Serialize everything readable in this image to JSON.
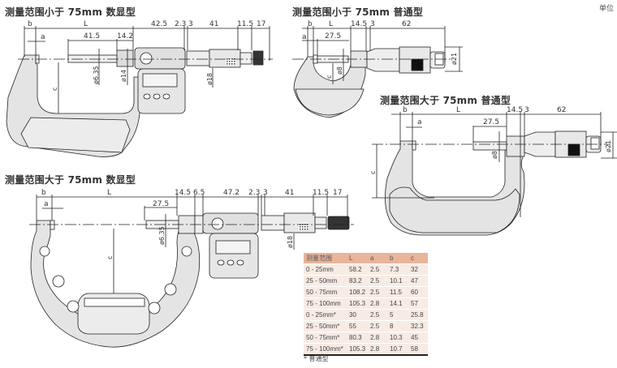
{
  "unit_label": "单位",
  "titles": {
    "digital_under_75": "测量范围小于 75mm 数显型",
    "standard_under_75": "测量范围小于 75mm 普通型",
    "standard_over_75": "测量范围大于 75mm 普通型",
    "digital_over_75": "测量范围大于 75mm 数显型"
  },
  "drawing_digital_under_75": {
    "dims_top": [
      "b",
      "L",
      "42.5",
      "2.3",
      "3",
      "41",
      "11.5",
      "17"
    ],
    "dims_second": [
      "a",
      "41.5",
      "14.2"
    ],
    "dims_vertical": [
      "ø6.35",
      "ø14",
      "ø18",
      "c"
    ]
  },
  "drawing_standard_under_75": {
    "dims_top": [
      "b",
      "L",
      "14.5",
      "3",
      "62"
    ],
    "dims_second": [
      "a",
      "27.5"
    ],
    "dims_vertical": [
      "ø8",
      "c",
      "ø21"
    ]
  },
  "drawing_standard_over_75": {
    "dims_top": [
      "b",
      "L",
      "14.5",
      "3",
      "62"
    ],
    "dims_second": [
      "a",
      "27.5"
    ],
    "dims_vertical": [
      "ø8",
      "c",
      "ø21"
    ]
  },
  "drawing_digital_over_75": {
    "dims_top": [
      "b",
      "L",
      "14.5",
      "6.5",
      "47.2",
      "2.3",
      "3",
      "41",
      "11.5",
      "17"
    ],
    "dims_second": [
      "a",
      "27.5"
    ],
    "dims_vertical": [
      "ø6.35",
      "ø18",
      "c"
    ]
  },
  "table": {
    "headers": [
      "测量范围",
      "L",
      "a",
      "b",
      "c"
    ],
    "rows": [
      [
        "0 - 25mm",
        "58.2",
        "2.5",
        "7.3",
        "32"
      ],
      [
        "25 - 50mm",
        "83.2",
        "2.5",
        "10.1",
        "47"
      ],
      [
        "50 - 75mm",
        "108.2",
        "2.5",
        "11.5",
        "60"
      ],
      [
        "75 - 100mm",
        "105.3",
        "2.8",
        "14.1",
        "57"
      ],
      [
        "0 - 25mm*",
        "30",
        "2.5",
        "5",
        "25.8"
      ],
      [
        "25 - 50mm*",
        "55",
        "2.5",
        "8",
        "32.3"
      ],
      [
        "50 - 75mm*",
        "80.3",
        "2.8",
        "10.3",
        "45"
      ],
      [
        "75 - 100mm*",
        "105.3",
        "2.8",
        "10.7",
        "58"
      ]
    ],
    "footnote": "* 普通型"
  }
}
